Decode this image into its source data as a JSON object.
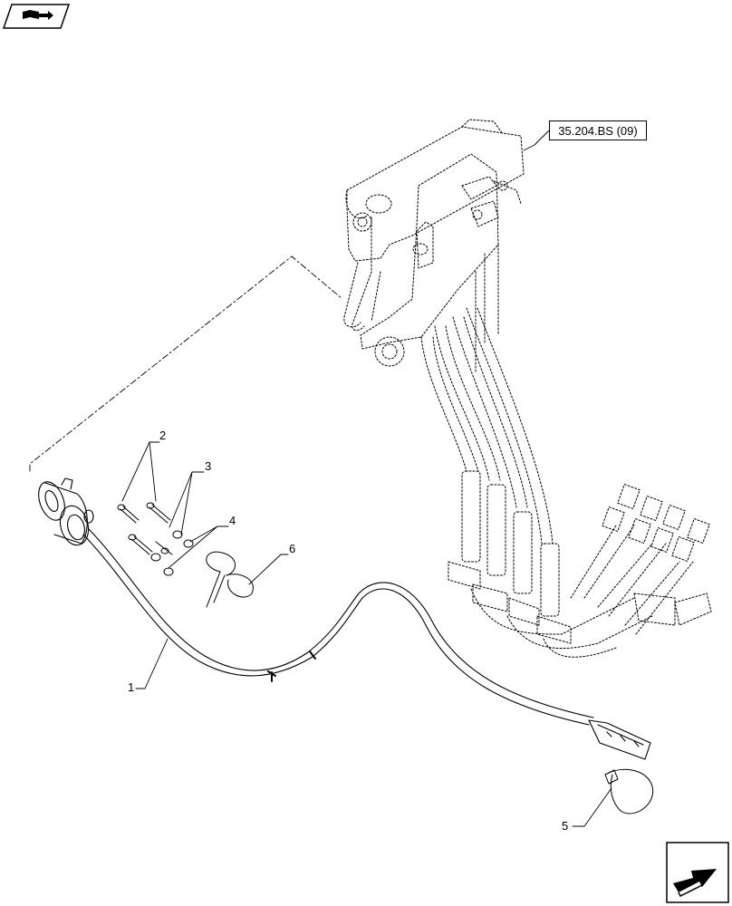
{
  "diagram": {
    "reference_label": "35.204.BS (09)",
    "callouts": {
      "item_1": "1",
      "item_2": "2",
      "item_3": "3",
      "item_4": "4",
      "item_5": "5",
      "item_6": "6"
    }
  },
  "navigation": {
    "back_icon": "book-back-icon",
    "next_icon": "arrow-next-icon"
  },
  "colors": {
    "line": "#000000",
    "background": "#ffffff"
  }
}
